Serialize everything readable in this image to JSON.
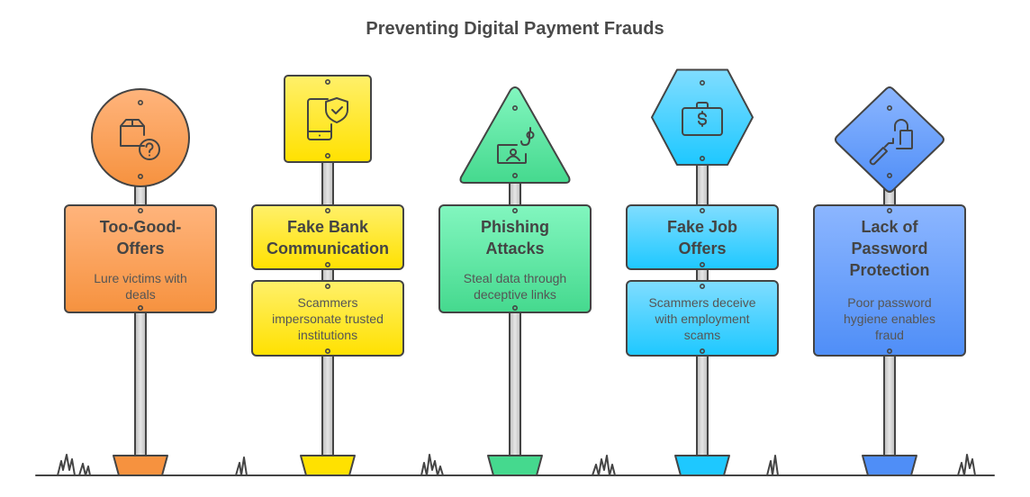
{
  "title": "Preventing Digital Payment Frauds",
  "signs": [
    {
      "title": [
        "Too-Good-",
        "Offers"
      ],
      "desc": [
        "Lure victims with",
        "deals"
      ],
      "icon": "package-question-icon",
      "color": "#f6923f"
    },
    {
      "title": [
        "Fake Bank",
        "Communication"
      ],
      "desc": [
        "Scammers",
        "impersonate trusted",
        "institutions"
      ],
      "icon": "phone-shield-icon",
      "color": "#ffe100"
    },
    {
      "title": [
        "Phishing",
        "Attacks"
      ],
      "desc": [
        "Steal data through",
        "deceptive links"
      ],
      "icon": "phishing-hook-icon",
      "color": "#45d98e"
    },
    {
      "title": [
        "Fake Job",
        "Offers"
      ],
      "desc": [
        "Scammers deceive",
        "with employment",
        "scams"
      ],
      "icon": "briefcase-dollar-icon",
      "color": "#1ec8ff"
    },
    {
      "title": [
        "Lack of",
        "Password",
        "Protection"
      ],
      "desc": [
        "Poor password",
        "hygiene enables",
        "fraud"
      ],
      "icon": "unlocked-padlock-key-icon",
      "color": "#4f8ef7"
    }
  ]
}
